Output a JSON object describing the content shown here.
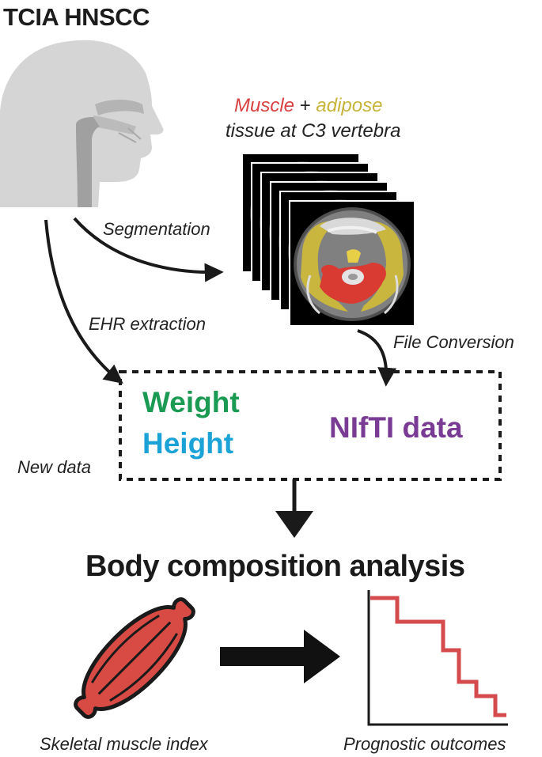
{
  "title": "TCIA HNSCC",
  "tissue": {
    "muscle_word": "Muscle",
    "plus": " + ",
    "adipose_word": "adipose",
    "line2": "tissue at C3 vertebra"
  },
  "arrows": {
    "segmentation": "Segmentation",
    "ehr_extraction": "EHR extraction",
    "file_conversion": "File Conversion"
  },
  "new_data": {
    "label": "New data",
    "weight": "Weight",
    "height": "Height",
    "nifti": "NIfTI data"
  },
  "analysis": {
    "title": "Body composition analysis",
    "left_caption": "Skeletal muscle index",
    "right_caption": "Prognostic outcomes"
  },
  "icons": [
    "head-profile-icon",
    "ct-slice-stack-icon",
    "muscle-icon",
    "survival-curve-icon"
  ],
  "colors": {
    "muscle": "#d8413f",
    "adipose": "#c7b43a",
    "weight": "#1a9a52",
    "height": "#1ba3d7",
    "nifti": "#7a3b94",
    "curve": "#d54b4d",
    "text": "#1c1c1c",
    "head_gray": "#d5d5d5"
  }
}
